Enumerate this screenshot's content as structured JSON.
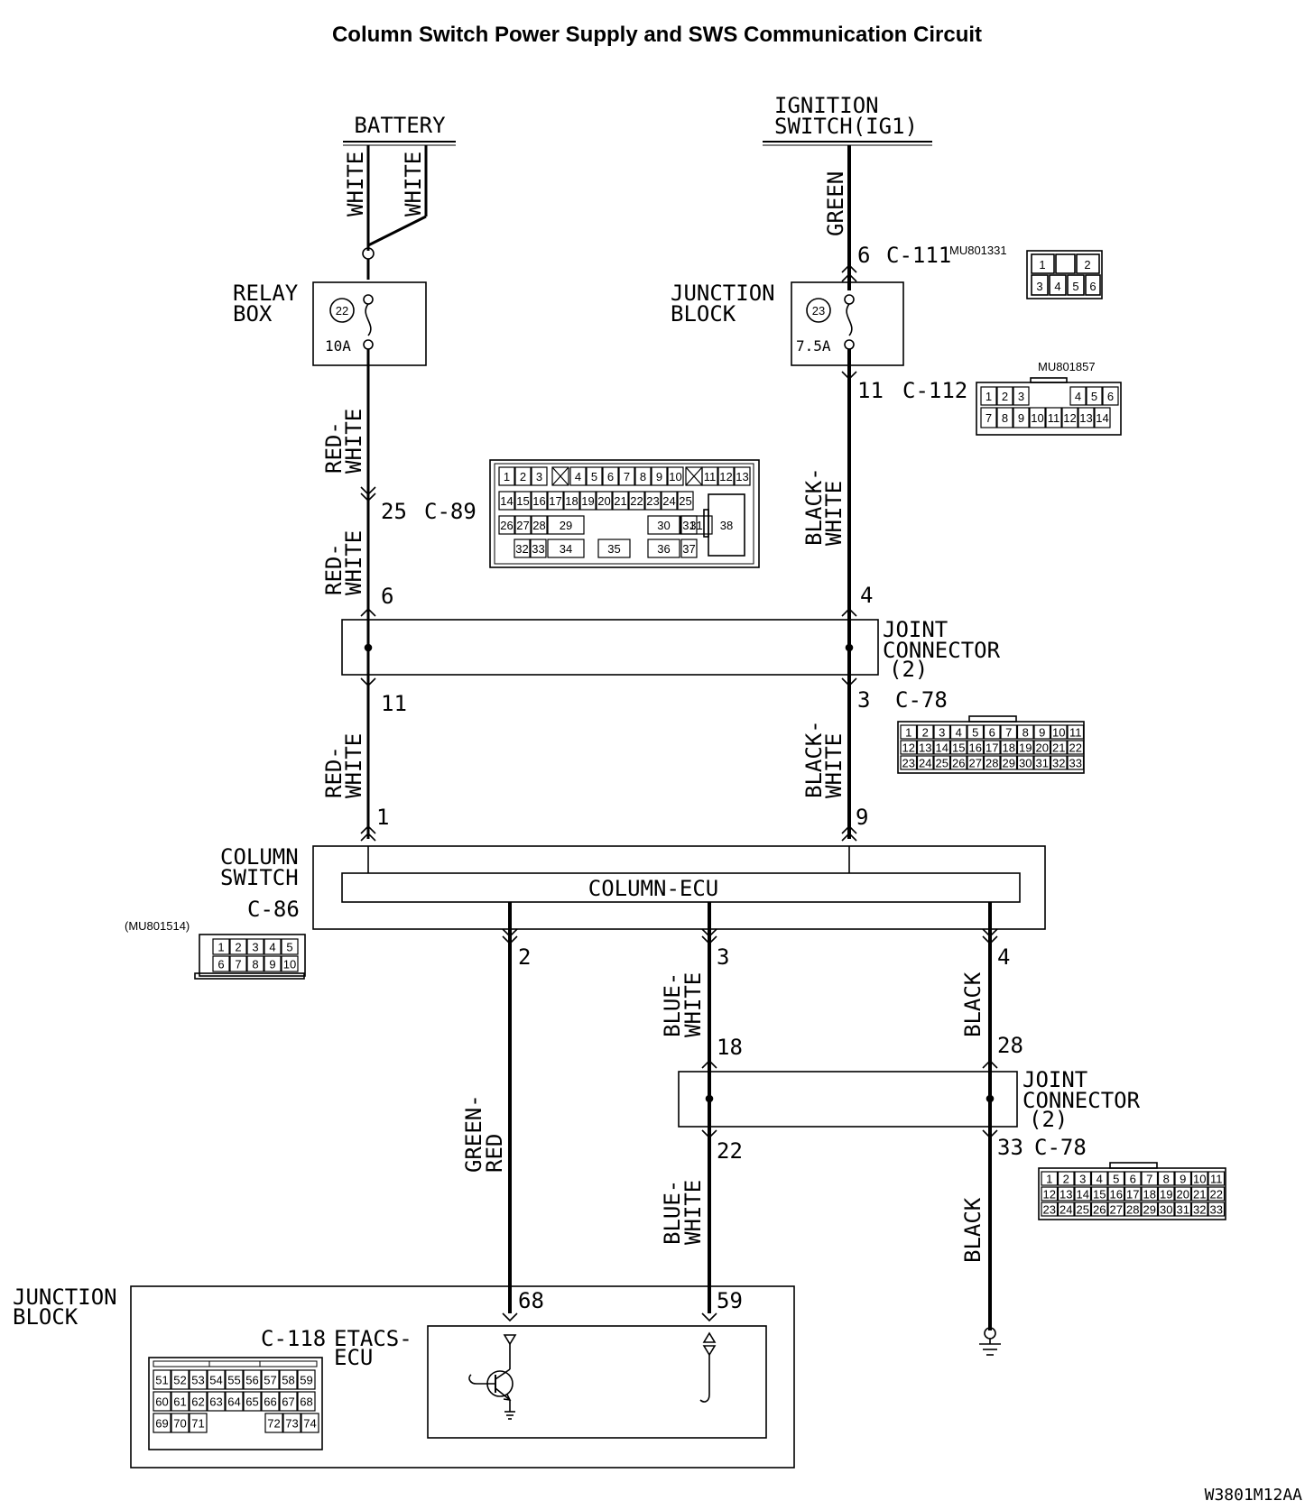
{
  "title": "Column Switch Power Supply and SWS Communication Circuit",
  "drawing_code": "W3801M12AA",
  "sources": {
    "battery": "BATTERY",
    "ignition_1": "IGNITION",
    "ignition_2": "SWITCH(IG1)"
  },
  "relay_box": {
    "label_1": "RELAY",
    "label_2": "BOX",
    "fuse_no": "22",
    "fuse_rating": "10A"
  },
  "junction_block_top": {
    "label_1": "JUNCTION",
    "label_2": "BLOCK",
    "fuse_no": "23",
    "fuse_rating": "7.5A"
  },
  "wires": {
    "white_1": "WHITE",
    "white_2": "WHITE",
    "green": "GREEN",
    "red_white_1a": "RED-",
    "red_white_1b": "WHITE",
    "red_white_2a": "RED-",
    "red_white_2b": "WHITE",
    "red_white_3a": "RED-",
    "red_white_3b": "WHITE",
    "black_white_1a": "BLACK-",
    "black_white_1b": "WHITE",
    "black_white_2a": "BLACK-",
    "black_white_2b": "WHITE",
    "green_red_a": "GREEN-",
    "green_red_b": "RED",
    "blue_white_1a": "BLUE-",
    "blue_white_1b": "WHITE",
    "blue_white_2a": "BLUE-",
    "blue_white_2b": "WHITE",
    "black_1": "BLACK",
    "black_2": "BLACK"
  },
  "connectors": {
    "c111": {
      "pin": "6",
      "name": "C-111",
      "part": "MU801331",
      "pins": [
        "1",
        "2",
        "3",
        "4",
        "5",
        "6"
      ]
    },
    "c112": {
      "pin": "11",
      "name": "C-112",
      "part": "MU801857",
      "pins_row1": [
        "1",
        "2",
        "3",
        "4",
        "5",
        "6"
      ],
      "pins_row2": [
        "7",
        "8",
        "9",
        "10",
        "11",
        "12",
        "13",
        "14"
      ]
    },
    "c89": {
      "pin": "25",
      "name": "C-89",
      "pins_row1": [
        "1",
        "2",
        "3",
        "4",
        "5",
        "6",
        "7",
        "8",
        "9",
        "10",
        "11",
        "12",
        "13"
      ],
      "pins_row2": [
        "14",
        "15",
        "16",
        "17",
        "18",
        "19",
        "20",
        "21",
        "22",
        "23",
        "24",
        "25"
      ],
      "pins_row3": [
        "26",
        "27",
        "28",
        "29",
        "30",
        "31"
      ],
      "pins_row4": [
        "32",
        "33",
        "34",
        "35",
        "36",
        "37"
      ],
      "pin_big": "38"
    },
    "c78": {
      "name": "C-78",
      "pins_row1": [
        "1",
        "2",
        "3",
        "4",
        "5",
        "6",
        "7",
        "8",
        "9",
        "10",
        "11"
      ],
      "pins_row2": [
        "12",
        "13",
        "14",
        "15",
        "16",
        "17",
        "18",
        "19",
        "20",
        "21",
        "22"
      ],
      "pins_row3": [
        "23",
        "24",
        "25",
        "26",
        "27",
        "28",
        "29",
        "30",
        "31",
        "32",
        "33"
      ]
    },
    "c86": {
      "name": "C-86",
      "part": "(MU801514)",
      "pins_row1": [
        "1",
        "2",
        "3",
        "4",
        "5"
      ],
      "pins_row2": [
        "6",
        "7",
        "8",
        "9",
        "10"
      ]
    },
    "c118": {
      "name": "C-118",
      "pins_row1": [
        "51",
        "52",
        "53",
        "54",
        "55",
        "56",
        "57",
        "58",
        "59"
      ],
      "pins_row2": [
        "60",
        "61",
        "62",
        "63",
        "64",
        "65",
        "66",
        "67",
        "68"
      ],
      "pins_row3": [
        "69",
        "70",
        "71",
        "72",
        "73",
        "74"
      ]
    }
  },
  "joint_connector_1": {
    "label_1": "JOINT",
    "label_2": "CONNECTOR",
    "label_3": "(2)",
    "pin_tl": "6",
    "pin_tr": "4",
    "pin_bl": "11",
    "pin_br": "3",
    "name": "C-78"
  },
  "column_switch": {
    "label_1": "COLUMN",
    "label_2": "SWITCH",
    "connector": "C-86",
    "ecu": "COLUMN-ECU",
    "pin_in1": "1",
    "pin_in2": "9",
    "pin_out1": "2",
    "pin_out2": "3",
    "pin_out3": "4"
  },
  "joint_connector_2": {
    "label_1": "JOINT",
    "label_2": "CONNECTOR",
    "label_3": "(2)",
    "pin_tl": "18",
    "pin_tr": "28",
    "pin_bl": "22",
    "pin_br": "33",
    "name": "C-78"
  },
  "junction_block_bottom": {
    "label_1": "JUNCTION",
    "label_2": "BLOCK",
    "connector": "C-118",
    "ecu_1": "ETACS-",
    "ecu_2": "ECU",
    "pin_a": "68",
    "pin_b": "59"
  }
}
